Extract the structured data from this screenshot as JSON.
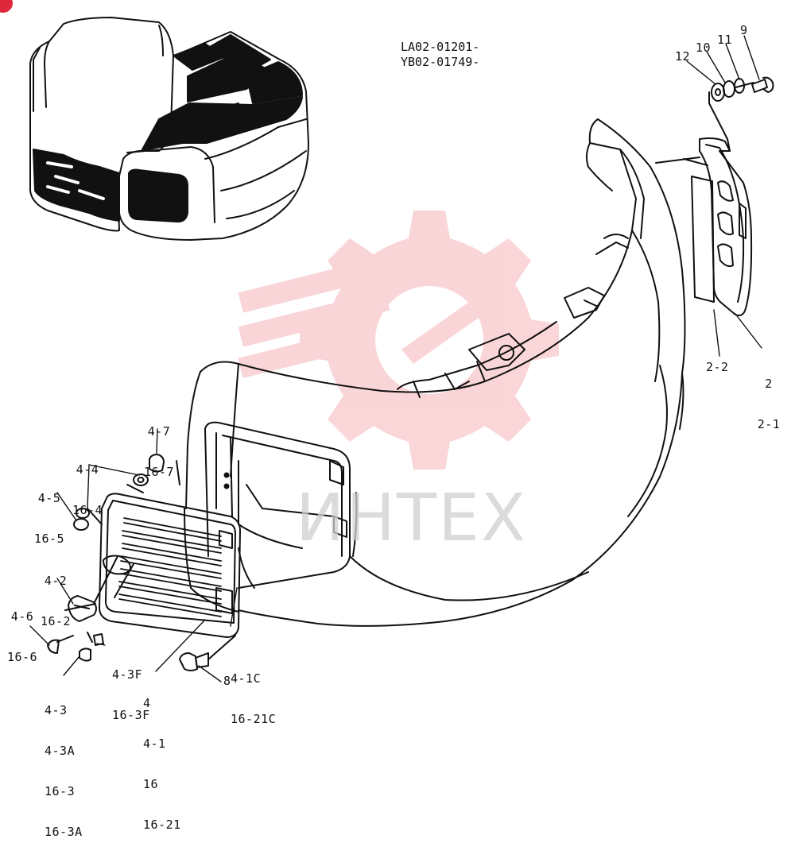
{
  "serials": [
    "LA02-01201-",
    "YB02-01749-"
  ],
  "watermark": {
    "text": "ИНТЕХ",
    "color": "#e8323c"
  },
  "badge_color": "#e0283c",
  "callouts": {
    "c9": "9",
    "c10": "10",
    "c11": "11",
    "c12": "12",
    "c2": [
      "2",
      "2-1"
    ],
    "c2_2": "2-2",
    "c4_7": [
      "4-7",
      "16-7"
    ],
    "c4_4": [
      "4-4",
      "16-4"
    ],
    "c4_5": [
      "4-5",
      "16-5"
    ],
    "c4_2": [
      "4-2",
      "16-2"
    ],
    "c4_6": [
      "4-6",
      "16-6"
    ],
    "c4_3F": [
      "4-3F",
      "16-3F"
    ],
    "c4_3": [
      "4-3",
      "4-3A",
      "16-3",
      "16-3A"
    ],
    "c4": [
      "4",
      "4-1",
      "16",
      "16-21"
    ],
    "c4_1C": [
      "4-1C",
      "16-21C"
    ],
    "c8": "8"
  }
}
